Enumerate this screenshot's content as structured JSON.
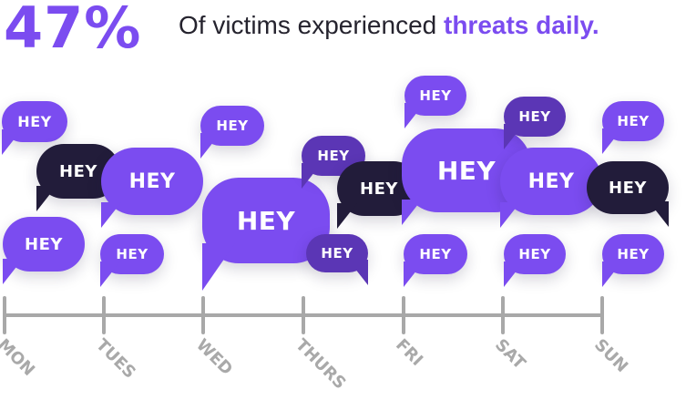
{
  "stat": "47%",
  "headline": {
    "prefix": "Of victims experienced ",
    "emphasis": "threats daily."
  },
  "colors": {
    "purple": "#7b4cf0",
    "deep_purple": "#5b36b5",
    "dark_navy": "#221c3a",
    "axis_gray": "#a8a8a8"
  },
  "bubble_text": "HEY",
  "days": [
    "MON",
    "TUES",
    "WED",
    "THURS",
    "FRI",
    "SAT",
    "SUN"
  ]
}
